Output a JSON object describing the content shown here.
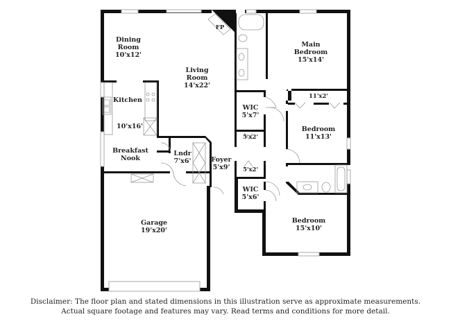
{
  "plan": {
    "rooms": [
      {
        "id": "dining-room",
        "name_line1": "Dining",
        "name_line2": "Room",
        "dims": "10'x12'"
      },
      {
        "id": "living-room",
        "name_line1": "Living",
        "name_line2": "Room",
        "dims": "14'x22'"
      },
      {
        "id": "kitchen",
        "name": "Kitchen",
        "dims": "10'x16'"
      },
      {
        "id": "breakfast-nook",
        "name_line1": "Breakfast",
        "name_line2": "Nook"
      },
      {
        "id": "laundry",
        "name": "Lndr",
        "dims": "7'x6'"
      },
      {
        "id": "foyer",
        "name": "Foyer",
        "dims": "5'x9'"
      },
      {
        "id": "garage",
        "name": "Garage",
        "dims": "19'x20'"
      },
      {
        "id": "main-bedroom",
        "name_line1": "Main",
        "name_line2": "Bedroom",
        "dims": "15'x14'"
      },
      {
        "id": "wic-upper",
        "name": "WIC",
        "dims": "5'x7'"
      },
      {
        "id": "closet-upper",
        "dims": "5'x2'"
      },
      {
        "id": "closet-lower",
        "dims": "5'x2'"
      },
      {
        "id": "wic-lower",
        "name": "WIC",
        "dims": "5'x6'"
      },
      {
        "id": "bedroom-2",
        "name": "Bedroom",
        "dims": "11'x13'"
      },
      {
        "id": "bedroom-2-closet",
        "dims": "11'x2'"
      },
      {
        "id": "bedroom-3",
        "name": "Bedroom",
        "dims": "15'x10'"
      }
    ],
    "fireplace_label": "FP"
  },
  "disclaimer": {
    "line1": "Disclaimer: The floor plan and stated dimensions in this illustration serve as approximate measurements.",
    "line2": "Actual square footage and features may vary. Read terms and conditions for more detail."
  }
}
